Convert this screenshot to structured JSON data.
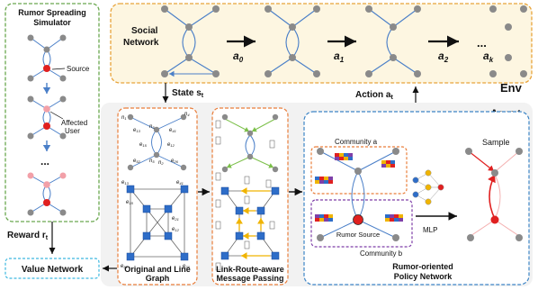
{
  "simulator": {
    "title_line1": "Rumor Spreading",
    "title_line2": "Simulator",
    "source_label": "Source",
    "affected_line1": "Affected",
    "affected_line2": "User",
    "ellipsis": "..."
  },
  "env": {
    "label": "Env",
    "social_network_line1": "Social",
    "social_network_line2": "Network",
    "actions": [
      "a0",
      "a1",
      "a2",
      "ak"
    ],
    "ellipsis": "..."
  },
  "flow": {
    "state": "State s",
    "state_sub": "t",
    "action": "Action a",
    "action_sub": "t",
    "reward": "Reward r",
    "reward_sub": "t"
  },
  "value_network": {
    "label": "Value Network"
  },
  "agent": {
    "label": "Agent",
    "graph_box_line1": "Original and Line",
    "graph_box_line2": "Graph",
    "mp_box_line1": "Link-Route-aware",
    "mp_box_line2": "Message Passing",
    "community_a": "Community a",
    "community_b": "Community b",
    "rumor_source": "Rumor Source",
    "mlp": "MLP",
    "sample": "Sample",
    "policy_line1": "Rumor-oriented",
    "policy_line2": "Policy Network"
  },
  "graph_labels": {
    "nodes": [
      "n1",
      "n2",
      "n3",
      "n4",
      "n5",
      "n6"
    ],
    "edges": [
      "e13",
      "e15",
      "e12",
      "e41",
      "e52",
      "e26",
      "e13",
      "e15",
      "e21",
      "e12",
      "e52",
      "e26"
    ]
  },
  "colors": {
    "env_border": "#e8a33a",
    "env_fill": "#fdf6e1",
    "sim_border": "#6aa84f",
    "agent_border": "#3d85c6",
    "box_orange": "#e97e3b",
    "node_gray": "#8a8a8a",
    "edge_blue": "#4a7fc8",
    "source_red": "#e02020"
  }
}
